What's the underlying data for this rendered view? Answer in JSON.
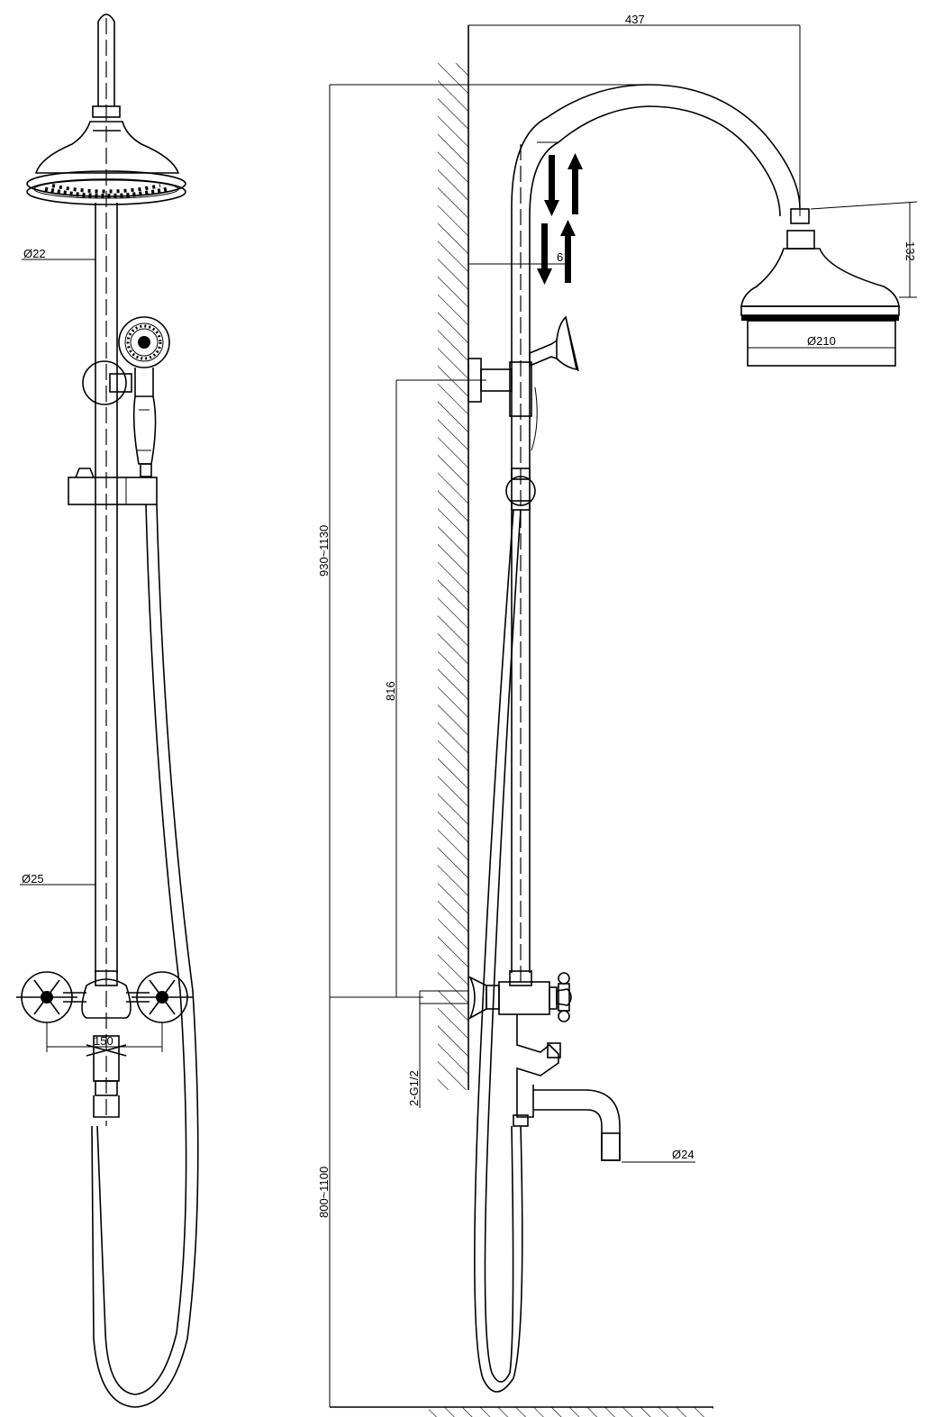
{
  "dimensions": {
    "pipe_diameter_upper": "Ø22",
    "pipe_diameter_lower": "Ø25",
    "valve_spacing": "150",
    "arm_projection": "437",
    "head_height": "132",
    "head_diameter": "Ø210",
    "wall_offset": "6",
    "total_height": "930~1130",
    "inlet_to_slider": "816",
    "inlet_thread": "2-G1/2",
    "spout_diameter": "Ø24",
    "inlet_height": "800~1100"
  },
  "colors": {
    "line": "#000000",
    "background": "#ffffff"
  }
}
